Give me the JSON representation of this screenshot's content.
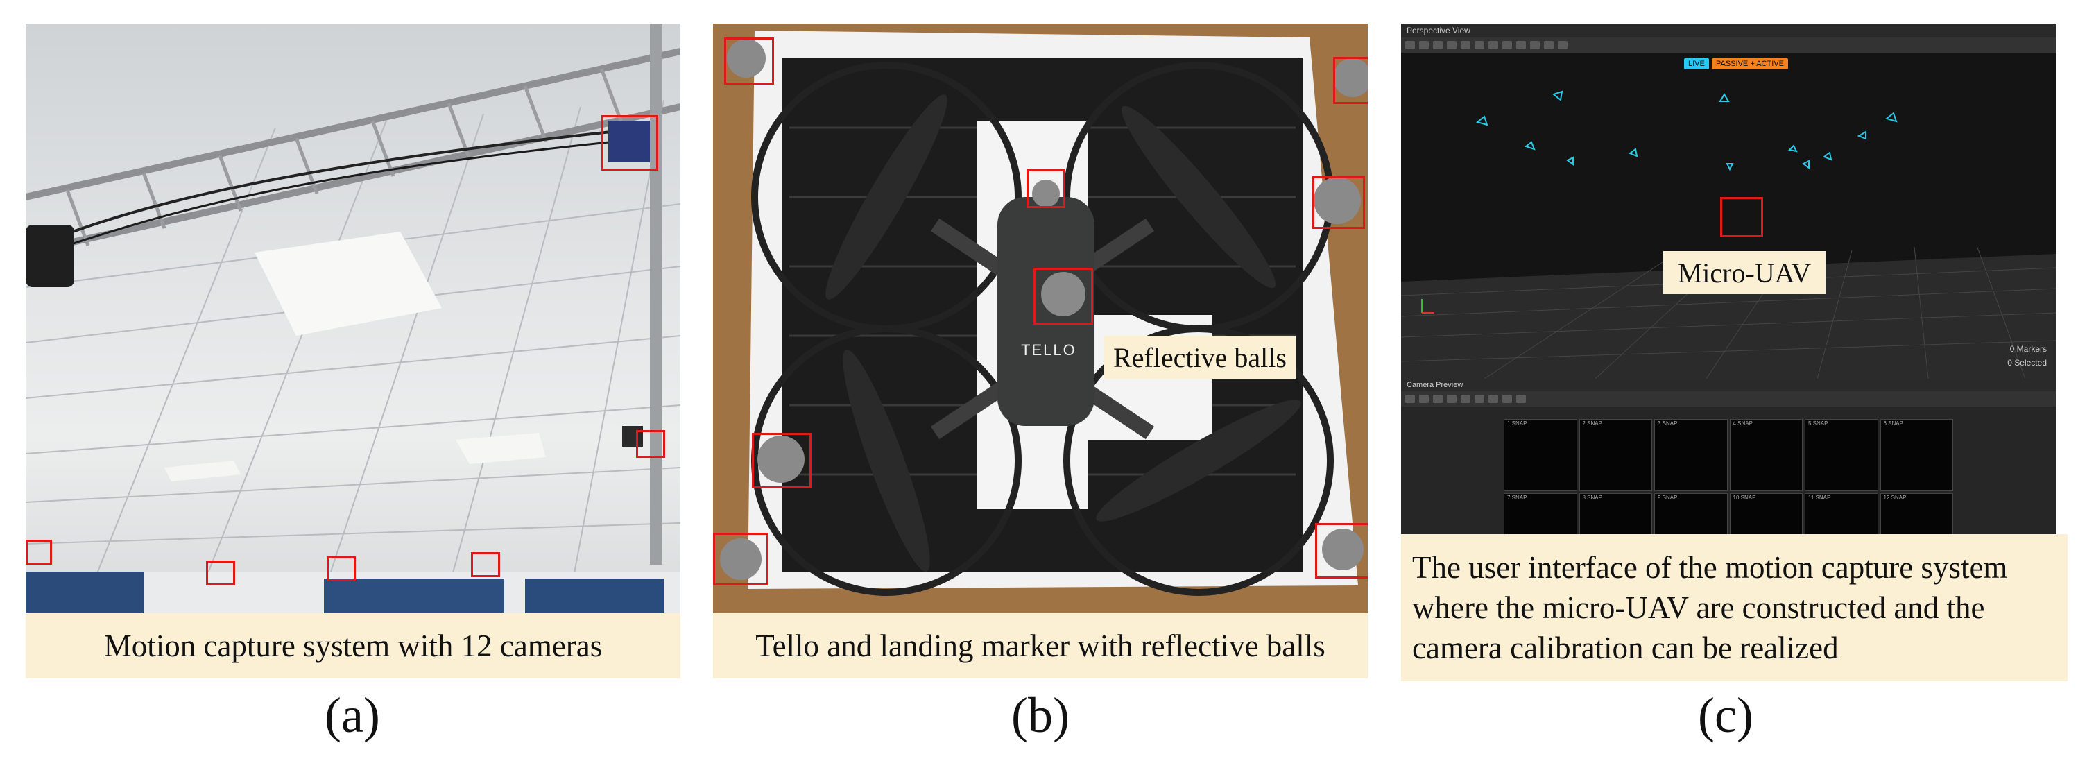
{
  "panels": {
    "a": {
      "caption": "Motion capture system with 12 cameras",
      "letter": "(a)"
    },
    "b": {
      "caption": "Tello and landing marker with reflective balls",
      "letter": "(b)",
      "callout": "Reflective balls",
      "drone_logo": "TELLO"
    },
    "c": {
      "caption": "The user interface of the motion capture system where the micro-UAV are constructed and the camera calibration can be realized",
      "letter": "(c)",
      "callout": "Micro-UAV",
      "window_title": "Perspective View",
      "badge_live": "LIVE",
      "badge_mode": "PASSIVE + ACTIVE",
      "stat_markers": "0 Markers",
      "stat_selected": "0 Selected",
      "preview_title": "Camera Preview",
      "camera_labels": [
        "1 SNAP",
        "2 SNAP",
        "3 SNAP",
        "4 SNAP",
        "5 SNAP",
        "6 SNAP",
        "7 SNAP",
        "8 SNAP",
        "9 SNAP",
        "10 SNAP",
        "11 SNAP",
        "12 SNAP"
      ]
    }
  },
  "colors": {
    "caption_bg": "#fbf0d4",
    "highlight_box": "#e01818",
    "badge_live": "#29c9f5",
    "badge_mode": "#f5821f",
    "camera_glyph": "#29c9e8"
  }
}
